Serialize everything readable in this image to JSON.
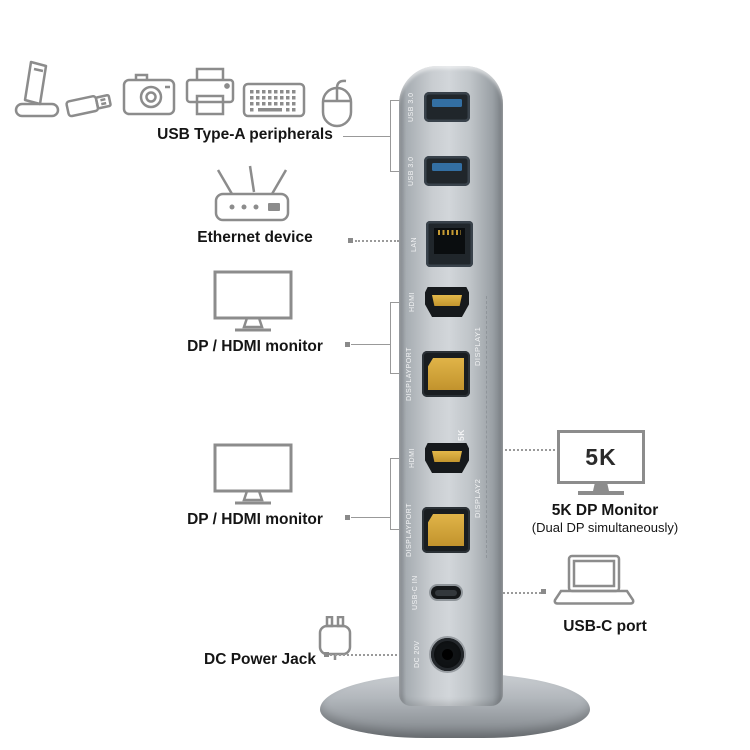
{
  "annotations": {
    "peripherals": "USB Type-A peripherals",
    "ethernet": "Ethernet device",
    "monitor1": "DP / HDMI monitor",
    "monitor2": "DP / HDMI monitor",
    "five_k_monitor": {
      "screen": "5K",
      "title": "5K DP Monitor",
      "subtitle": "(Dual DP simultaneously)"
    },
    "usb_c": "USB-C port",
    "dc": "DC Power Jack"
  },
  "dock": {
    "ports": {
      "usb1": "USB 3.0",
      "usb2": "USB 3.0",
      "lan": "LAN",
      "hdmi1": "HDMI",
      "dp1": "DISPLAYPORT",
      "display1": "DISPLAY1",
      "five_k": "5K",
      "hdmi2": "HDMI",
      "dp2": "DISPLAYPORT",
      "display2": "DISPLAY2",
      "usbc_in": "USB-C IN",
      "dc_in": "DC 20V"
    }
  },
  "icons": [
    "game-console",
    "usb-flash-drive",
    "camera",
    "printer",
    "keyboard",
    "mouse",
    "wifi-router",
    "monitor",
    "monitor",
    "5k-monitor",
    "laptop",
    "power-adapter"
  ],
  "colors": {
    "dock_body": "#c0c5c9",
    "usb_blue": "#336fa3",
    "connector_gold": "#d2a63c",
    "port_black": "#1b1f23",
    "line_gray": "#999999",
    "icon_gray": "#8c8c8c",
    "text": "#151515"
  }
}
